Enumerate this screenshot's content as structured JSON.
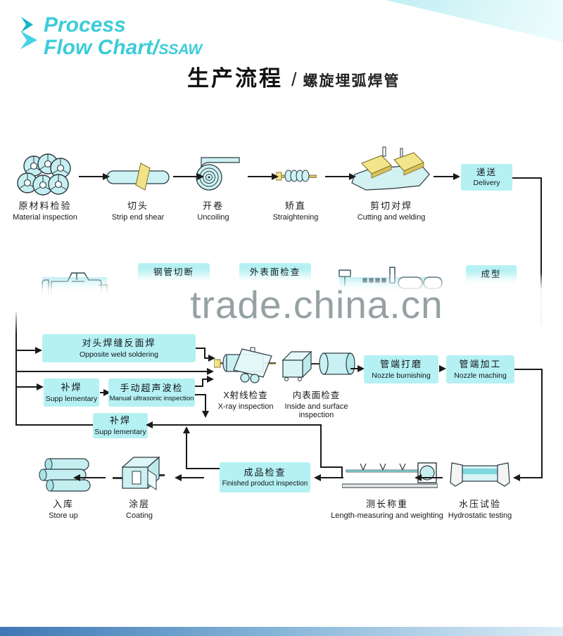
{
  "header": {
    "brand_line1": "Process",
    "brand_line2": "Flow Chart/",
    "brand_suffix": "SSAW",
    "title_cn": "生产流程",
    "title_slash": "/",
    "subtitle_cn": "螺旋埋弧焊管"
  },
  "watermark": "trade.china.cn",
  "row1": [
    {
      "cn": "原材料检验",
      "en": "Material inspection"
    },
    {
      "cn": "切头",
      "en": "Strip end shear"
    },
    {
      "cn": "开卷",
      "en": "Uncoiling"
    },
    {
      "cn": "矫直",
      "en": "Straightening"
    },
    {
      "cn": "剪切对焊",
      "en": "Cutting and welding"
    }
  ],
  "boxes": {
    "delivery": {
      "cn": "递送",
      "en": "Delivery"
    },
    "pipe_cutting": {
      "cn": "钢管切断"
    },
    "outer_inspection": {
      "cn": "外表面检查"
    },
    "forming": {
      "cn": "成型"
    },
    "opposite_weld": {
      "cn": "对头焊缝反面焊",
      "en": "Opposite weld soldering"
    },
    "supplementary1": {
      "cn": "补焊",
      "en": "Supp lementary"
    },
    "manual_ultrasonic": {
      "cn": "手动超声波检",
      "en": "Manual ultrasonic inspection"
    },
    "nozzle_burnishing": {
      "cn": "管端打磨",
      "en": "Nozzle burnishing"
    },
    "nozzle_maching": {
      "cn": "管端加工",
      "en": "Nozzle maching"
    },
    "supplementary2": {
      "cn": "补焊",
      "en": "Supp lementary"
    },
    "finished_inspection": {
      "cn": "成品检查",
      "en": "Finished product inspection"
    }
  },
  "stations": {
    "xray": {
      "cn": "X射线检查",
      "en": "X-ray inspection"
    },
    "inside_surface": {
      "cn": "内表面检查",
      "en1": "Inside and surface",
      "en2": "inspection"
    },
    "store_up": {
      "cn": "入库",
      "en": "Store up"
    },
    "coating": {
      "cn": "涂层",
      "en": "Coating"
    },
    "length_measuring": {
      "cn": "测长称重",
      "en": "Length-measuring and weighting"
    },
    "hydrostatic": {
      "cn": "水压试验",
      "en": "Hydrostatic testing"
    }
  },
  "colors": {
    "accent_cyan": "#3cccd8",
    "box_fill": "#b5f1f3",
    "line_black": "#1a1a1a",
    "watermark_gray": "#96a1a3",
    "highlight_yellow": "#f2e58a",
    "bottom_bar_blue": "#3f77b5"
  }
}
